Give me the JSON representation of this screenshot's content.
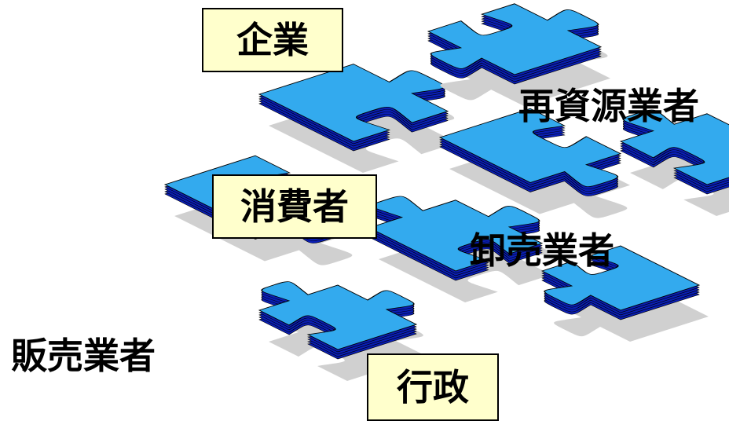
{
  "colors": {
    "piece_top": "#33aaee",
    "piece_side": "#0a1eb4",
    "piece_edge": "#000000",
    "shadow": "#d0d0d0",
    "label_box": "#ffffcc"
  },
  "labels": {
    "company": "企業",
    "recycler": "再資源業者",
    "consumer": "消費者",
    "wholesaler": "卸売業者",
    "retailer": "販売業者",
    "government": "行政"
  },
  "pieces": [
    {
      "id": "piece-top-left",
      "icon": "puzzle-piece"
    },
    {
      "id": "piece-top-right",
      "icon": "puzzle-piece"
    },
    {
      "id": "piece-center",
      "icon": "puzzle-piece"
    },
    {
      "id": "piece-right",
      "icon": "puzzle-piece"
    },
    {
      "id": "piece-left",
      "icon": "puzzle-piece"
    },
    {
      "id": "piece-middle",
      "icon": "puzzle-piece"
    },
    {
      "id": "piece-lower-right",
      "icon": "puzzle-piece"
    },
    {
      "id": "piece-bottom-left",
      "icon": "puzzle-piece"
    }
  ]
}
